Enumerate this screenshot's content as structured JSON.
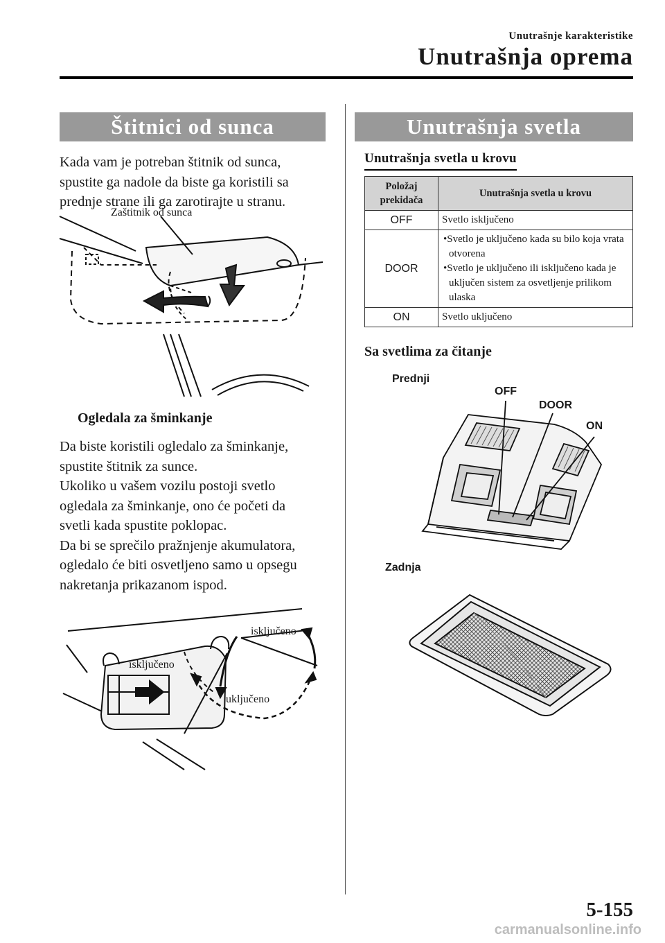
{
  "header": {
    "section": "Unutrašnje karakteristike",
    "title": "Unutrašnja oprema"
  },
  "left": {
    "banner": "Štitnici od sunca",
    "intro_lines": [
      "Kada vam je potreban štitnik od sunca,",
      "spustite ga nadole da biste ga koristili sa",
      "prednje strane ili ga zarotirajte u stranu."
    ],
    "figure1_label": "Zaštitnik od sunca",
    "subheading": "Ogledala za šminkanje",
    "body_lines": [
      "Da biste koristili ogledalo za šminkanje,",
      "spustite štitnik za sunce.",
      "Ukoliko u vašem vozilu postoji svetlo",
      "ogledala za šminkanje, ono će početi da",
      "svetli kada spustite poklopac.",
      "Da bi se sprečilo pražnjenje akumulatora,",
      "ogledalo će biti osvetljeno samo u opsegu",
      "nakretanja prikazanom ispod."
    ],
    "figure2_labels": {
      "off_right": "isključeno",
      "off_left": "isključeno",
      "on": "uključeno"
    }
  },
  "right": {
    "banner": "Unutrašnja svetla",
    "roof_heading": "Unutrašnja svetla u krovu",
    "table": {
      "headers": [
        "Položaj prekidača",
        "Unutrašnja svetla u krovu"
      ],
      "rows": [
        {
          "position": "OFF",
          "lines": [
            "Svetlo isključeno"
          ]
        },
        {
          "position": "DOOR",
          "lines": [
            "•Svetlo je uključeno kada su bilo koja vrata otvorena",
            "•Svetlo je uključeno ili isključeno kada je uključen sistem za osvetljenje prilikom ulaska"
          ]
        },
        {
          "position": "ON",
          "lines": [
            "Svetlo uključeno"
          ]
        }
      ]
    },
    "reading_heading": "Sa svetlima za čitanje",
    "figure_labels": {
      "front": "Prednji",
      "off": "OFF",
      "door": "DOOR",
      "on": "ON",
      "rear": "Zadnja"
    }
  },
  "footer": {
    "page_number": "5-155",
    "watermark": "carmanualsonline.info"
  }
}
